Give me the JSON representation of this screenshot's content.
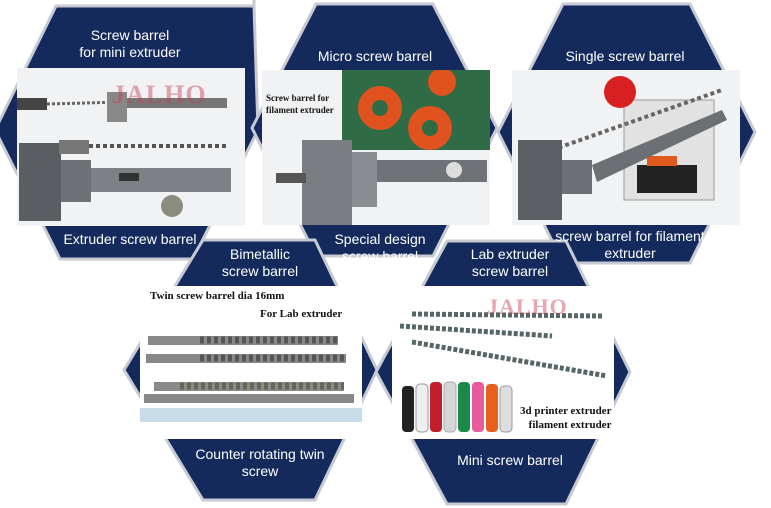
{
  "hexagons": {
    "mini_extruder": {
      "top_label_1": "Screw barrel",
      "top_label_2": "for mini extruder",
      "bottom_label": "Extruder screw barrel"
    },
    "micro": {
      "top_label": "Micro screw barrel",
      "bottom_label_1": "Special design",
      "bottom_label_2": "screw barrel",
      "photo_caption_1": "Screw barrel for",
      "photo_caption_2": "filament extruder"
    },
    "single": {
      "top_label": "Single screw barrel",
      "bottom_label_1": "screw barrel for filament",
      "bottom_label_2": "extruder"
    },
    "bimetallic": {
      "top_label_1": "Bimetallic",
      "top_label_2": "screw barrel",
      "bottom_label_1": "Counter rotating twin",
      "bottom_label_2": "screw",
      "photo_caption_1": "Twin screw barrel dia 16mm",
      "photo_caption_2": "For Lab extruder"
    },
    "lab": {
      "top_label_1": "Lab extruder",
      "top_label_2": "screw barrel",
      "bottom_label": "Mini screw barrel",
      "photo_caption_1": "3d printer extruder",
      "photo_caption_2": "filament extruder"
    }
  },
  "watermark": "JALHO",
  "colors": {
    "hex_fill": "#152a5c",
    "hex_border": "#c8cad3",
    "text": "#ffffff"
  }
}
